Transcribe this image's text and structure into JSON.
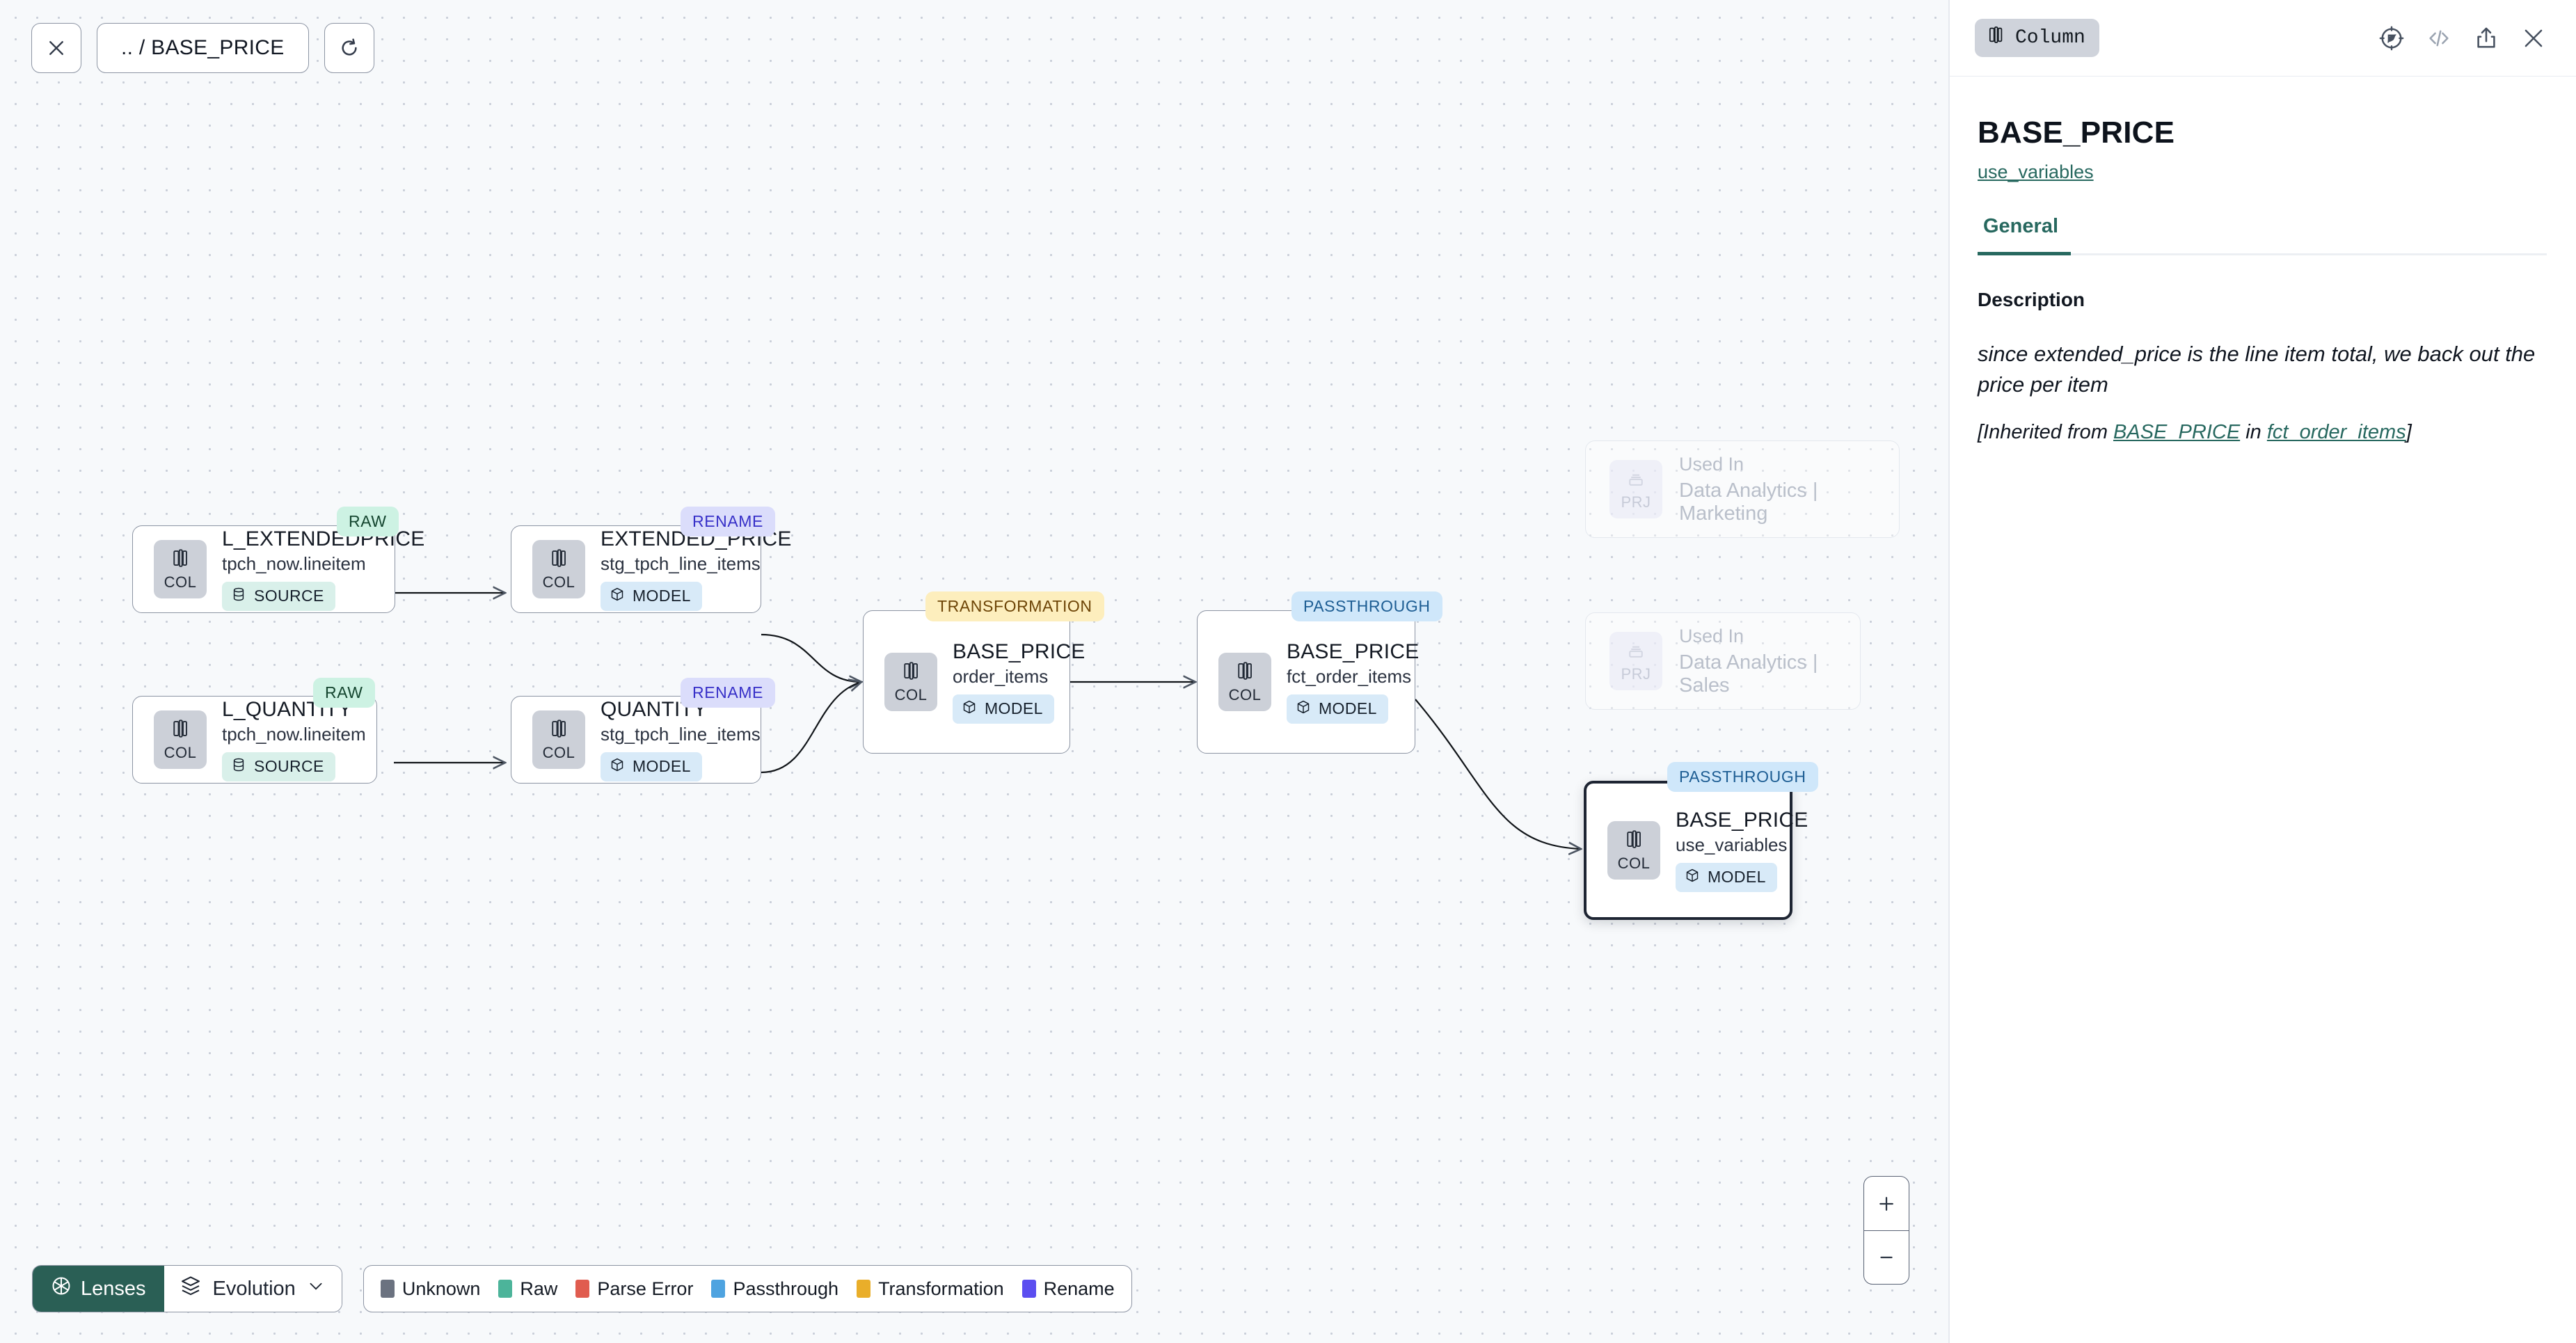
{
  "canvas": {
    "top_controls": {
      "close_icon": "close-icon",
      "breadcrumb": ".. / BASE_PRICE",
      "refresh_icon": "refresh-icon"
    },
    "nodes": [
      {
        "id": "l_extendedprice",
        "badge": "RAW",
        "badge_kind": "raw",
        "chip": "COL",
        "title": "L_EXTENDEDPRICE",
        "sub": "tpch_now.lineitem",
        "tag": "SOURCE",
        "tag_kind": "source"
      },
      {
        "id": "l_quantity",
        "badge": "RAW",
        "badge_kind": "raw",
        "chip": "COL",
        "title": "L_QUANTITY",
        "sub": "tpch_now.lineitem",
        "tag": "SOURCE",
        "tag_kind": "source"
      },
      {
        "id": "extended_price",
        "badge": "RENAME",
        "badge_kind": "rename",
        "chip": "COL",
        "title": "EXTENDED_PRICE",
        "sub": "stg_tpch_line_items",
        "tag": "MODEL",
        "tag_kind": "model"
      },
      {
        "id": "quantity",
        "badge": "RENAME",
        "badge_kind": "rename",
        "chip": "COL",
        "title": "QUANTITY",
        "sub": "stg_tpch_line_items",
        "tag": "MODEL",
        "tag_kind": "model"
      },
      {
        "id": "order_items",
        "badge": "TRANSFORMATION",
        "badge_kind": "transformation",
        "chip": "COL",
        "title": "BASE_PRICE",
        "sub": "order_items",
        "tag": "MODEL",
        "tag_kind": "model"
      },
      {
        "id": "fct_order_items",
        "badge": "PASSTHROUGH",
        "badge_kind": "passthrough",
        "chip": "COL",
        "title": "BASE_PRICE",
        "sub": "fct_order_items",
        "tag": "MODEL",
        "tag_kind": "model"
      },
      {
        "id": "use_variables",
        "badge": "PASSTHROUGH",
        "badge_kind": "passthrough",
        "chip": "COL",
        "title": "BASE_PRICE",
        "sub": "use_variables",
        "tag": "MODEL",
        "tag_kind": "model",
        "selected": true
      }
    ],
    "used_in_nodes": [
      {
        "id": "used-in-marketing",
        "chip": "PRJ",
        "line1": "Used In",
        "line2": "Data Analytics | Marketing"
      },
      {
        "id": "used-in-sales",
        "chip": "PRJ",
        "line1": "Used In",
        "line2": "Data Analytics | Sales"
      }
    ],
    "bottom_bar": {
      "lenses_label": "Lenses",
      "evolution_label": "Evolution",
      "legend": [
        {
          "label": "Unknown",
          "color": "#6b7280"
        },
        {
          "label": "Raw",
          "color": "#4cb49a"
        },
        {
          "label": "Parse Error",
          "color": "#e05c4f"
        },
        {
          "label": "Passthrough",
          "color": "#4ea3e0"
        },
        {
          "label": "Transformation",
          "color": "#e9ae2a"
        },
        {
          "label": "Rename",
          "color": "#5b4ef0"
        }
      ]
    },
    "zoom_controls": {
      "zoom_in": "+",
      "zoom_out": "–"
    }
  },
  "panel": {
    "type_label": "Column",
    "title": "BASE_PRICE",
    "subtitle_link": "use_variables",
    "tabs": [
      {
        "label": "General",
        "active": true
      }
    ],
    "description_label": "Description",
    "description_text": "since extended_price is the line item total, we back out the price per item",
    "inherited_prefix": "[Inherited from ",
    "inherited_column": "BASE_PRICE",
    "inherited_middle": " in ",
    "inherited_model": "fct_order_items",
    "inherited_suffix": "]",
    "icons": [
      "compass-icon",
      "code-icon",
      "share-icon",
      "close-icon"
    ]
  }
}
